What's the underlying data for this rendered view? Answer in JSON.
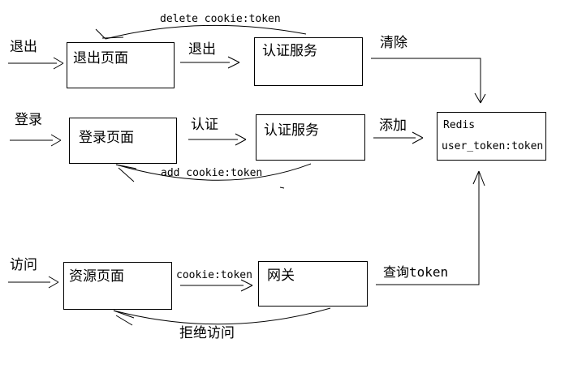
{
  "diagram": {
    "boxes": {
      "logout_page": {
        "label": "退出页面"
      },
      "auth_service_top": {
        "label": "认证服务"
      },
      "login_page": {
        "label": "登录页面"
      },
      "auth_service_mid": {
        "label": "认证服务"
      },
      "redis": {
        "title": "Redis",
        "subtitle": "user_token:token"
      },
      "resource_page": {
        "label": "资源页面"
      },
      "gateway": {
        "label": "网关"
      }
    },
    "edges": {
      "logout_entry": "退出",
      "logout_action": "退出",
      "delete_cookie": "delete cookie:token",
      "clear": "清除",
      "login_entry": "登录",
      "authenticate": "认证",
      "add": "添加",
      "add_cookie": "add cookie:token",
      "visit_entry": "访问",
      "cookie_token": "cookie:token",
      "query_token": "查询token",
      "deny_access": "拒绝访问"
    },
    "colors": {
      "ink": "#000000",
      "background": "#ffffff"
    }
  }
}
